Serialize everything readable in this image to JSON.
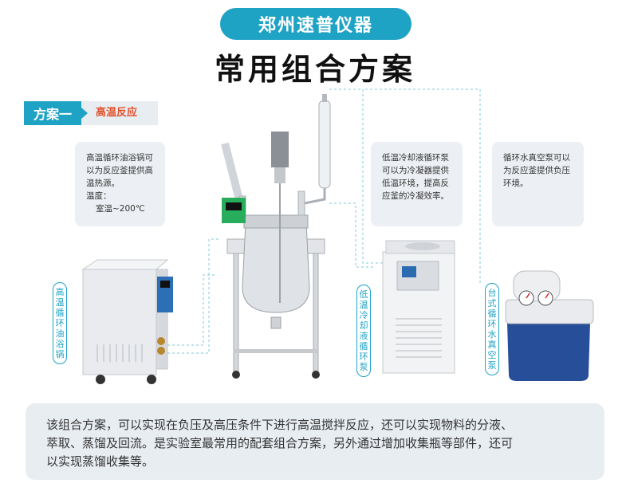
{
  "header": {
    "brand": "郑州速普仪器",
    "title": "常用组合方案"
  },
  "scheme": {
    "tag": "方案一",
    "subtitle": "高温反应"
  },
  "cards": {
    "oil_bath": {
      "line1": "高温循环油浴锅可",
      "line2": "以为反应釜提供高",
      "line3": "温热源。",
      "line4": "温度：",
      "line5": "室温~200℃"
    },
    "chiller": {
      "line1": "低温冷却液循环泵",
      "line2": "可以为冷凝器提供",
      "line3": "低温环境，提高反",
      "line4": "应釜的冷凝效率。"
    },
    "vacuum": {
      "line1": "循环水真空泵可以",
      "line2": "为反应釜提供负压",
      "line3": "环境。"
    }
  },
  "labels": {
    "oil_bath": [
      "高",
      "温",
      "循",
      "环",
      "油",
      "浴",
      "锅"
    ],
    "chiller": [
      "低",
      "温",
      "冷",
      "却",
      "液",
      "循",
      "环",
      "泵"
    ],
    "vacuum": [
      "台",
      "式",
      "循",
      "环",
      "水",
      "真",
      "空",
      "泵"
    ]
  },
  "description": {
    "line1": "该组合方案，可以实现在负压及高压条件下进行高温搅拌反应，还可以实现物料的分液、",
    "line2": "萃取、蒸馏及回流。是实验室最常用的配套组合方案，另外通过增加收集瓶等部件，还可",
    "line3": "以实现蒸馏收集等。"
  },
  "colors": {
    "accent": "#1fa3c5",
    "highlight": "#e3502a",
    "panel": "#e8edf2"
  }
}
